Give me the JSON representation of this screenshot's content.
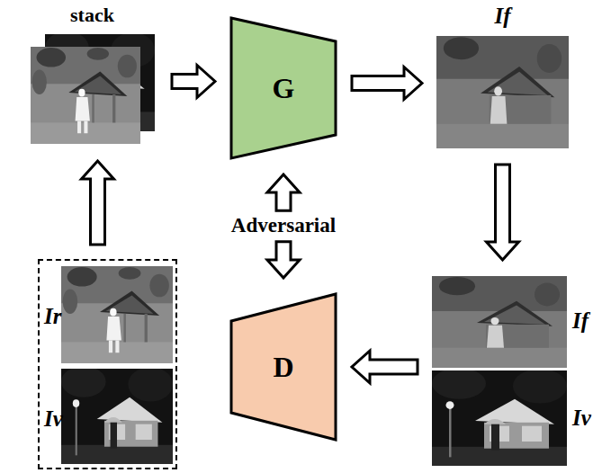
{
  "diagram": {
    "nodes": [
      {
        "text": [
          "stack"
        ]
      },
      {
        "text": [
          "G"
        ]
      },
      {
        "text": [
          "If"
        ]
      },
      {
        "text": [
          "Ir",
          "Iv"
        ]
      },
      {
        "text": [
          "D"
        ]
      },
      {
        "text": [
          "If",
          "Iv"
        ]
      }
    ],
    "edges": [
      {
        "from": 3,
        "to": 0,
        "arrow": "to"
      },
      {
        "from": 0,
        "to": 1,
        "arrow": "to"
      },
      {
        "from": 1,
        "to": 2,
        "arrow": "to"
      },
      {
        "from": 2,
        "to": 5,
        "arrow": "to"
      },
      {
        "from": 5,
        "to": 4,
        "arrow": "to"
      },
      {
        "from": 1,
        "to": 4,
        "label": "Adversarial",
        "arrow": "both"
      }
    ],
    "labels": []
  }
}
